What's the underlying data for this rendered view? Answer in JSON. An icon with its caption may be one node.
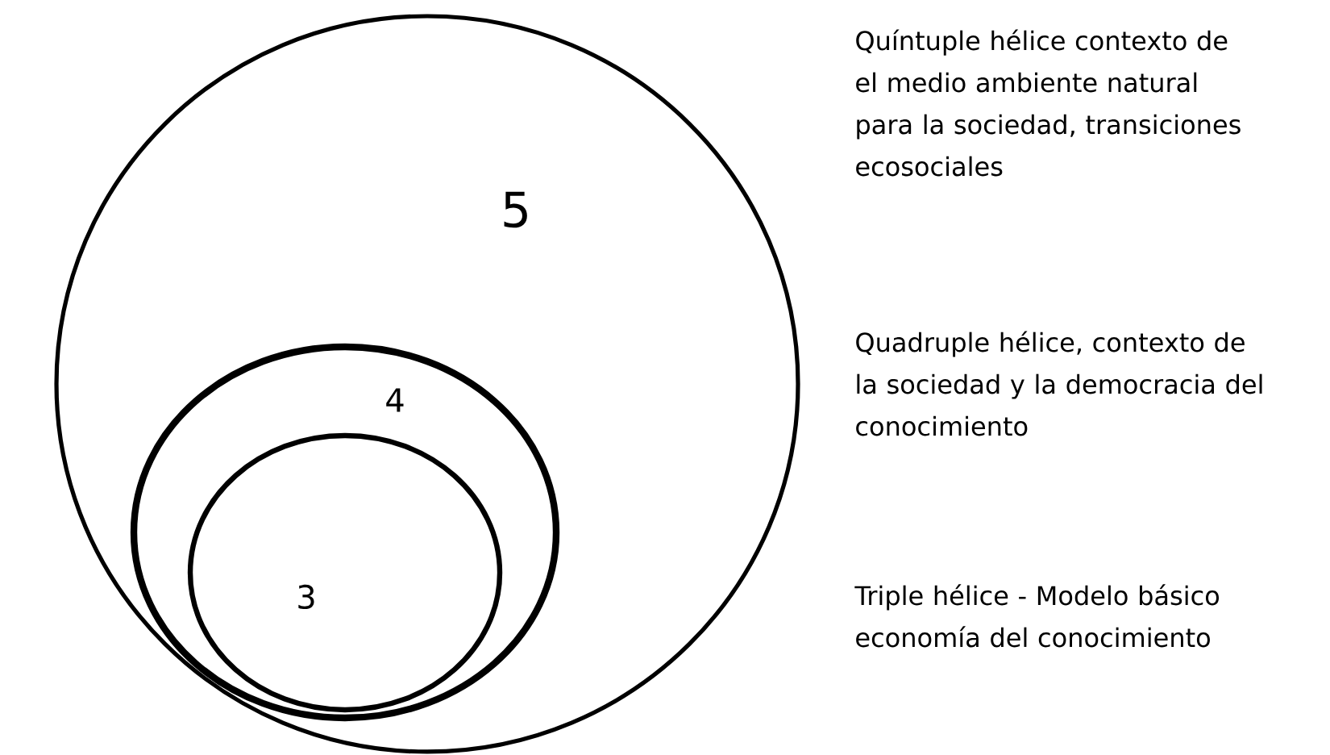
{
  "diagram": {
    "nodes": [
      {
        "text": [
          "5"
        ]
      },
      {
        "text": [
          "4"
        ],
        "in": 0
      },
      {
        "text": [
          "3"
        ],
        "in": 1
      }
    ],
    "labels": [
      "Quíntuple hélice contexto de el medio ambiente natural para la sociedad, transiciones ecosociales",
      "Quadruple hélice, contexto de la sociedad y la democracia del conocimiento",
      "Triple hélice - Modelo básico economía del conocimiento"
    ]
  }
}
